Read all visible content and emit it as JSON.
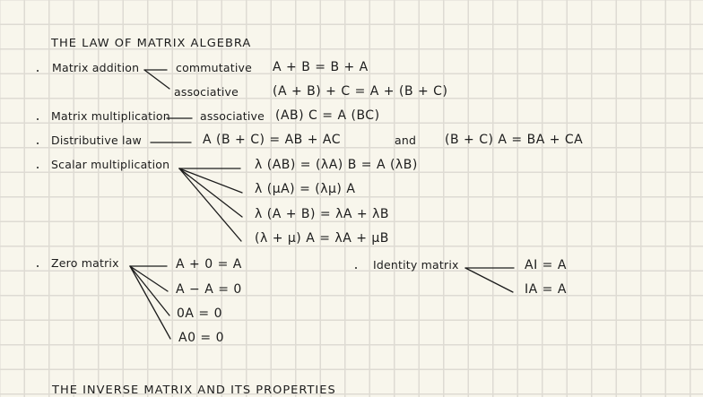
{
  "title": "THE LAW OF MATRIX ALGEBRA",
  "sections": {
    "matrix_addition": {
      "label": "Matrix addition",
      "branches": [
        {
          "property": "commutative",
          "equation": "A + B  =  B + A"
        },
        {
          "property": "associative",
          "equation": "(A + B) + C  =  A + (B + C)"
        }
      ]
    },
    "matrix_multiplication": {
      "label": "Matrix multiplication",
      "property": "associative",
      "equation": "(AB) C  =  A (BC)"
    },
    "distributive_law": {
      "label": "Distributive law",
      "equation_left": "A (B + C)  =  AB + AC",
      "connector": "and",
      "equation_right": "(B + C) A  =  BA + CA"
    },
    "scalar_multiplication": {
      "label": "Scalar multiplication",
      "equations": [
        "λ (AB)  =  (λA) B   =  A (λB)",
        "λ (μA)  =  (λμ) A",
        "λ (A + B)  =  λA + λB",
        "(λ + μ) A  =  λA + μB"
      ]
    },
    "zero_matrix": {
      "label": "Zero matrix",
      "equations": [
        "A + 0 = A",
        "A − A = 0",
        "0A  = 0",
        "A0 = 0"
      ]
    },
    "identity_matrix": {
      "label": "Identity matrix",
      "equations": [
        "AI = A",
        "IA = A"
      ]
    }
  },
  "next_heading": "THE INVERSE MATRIX AND ITS PROPERTIES",
  "colors": {
    "paper": "#f8f6ec",
    "grid": "#dedbd3",
    "ink": "#1c1c1c"
  }
}
